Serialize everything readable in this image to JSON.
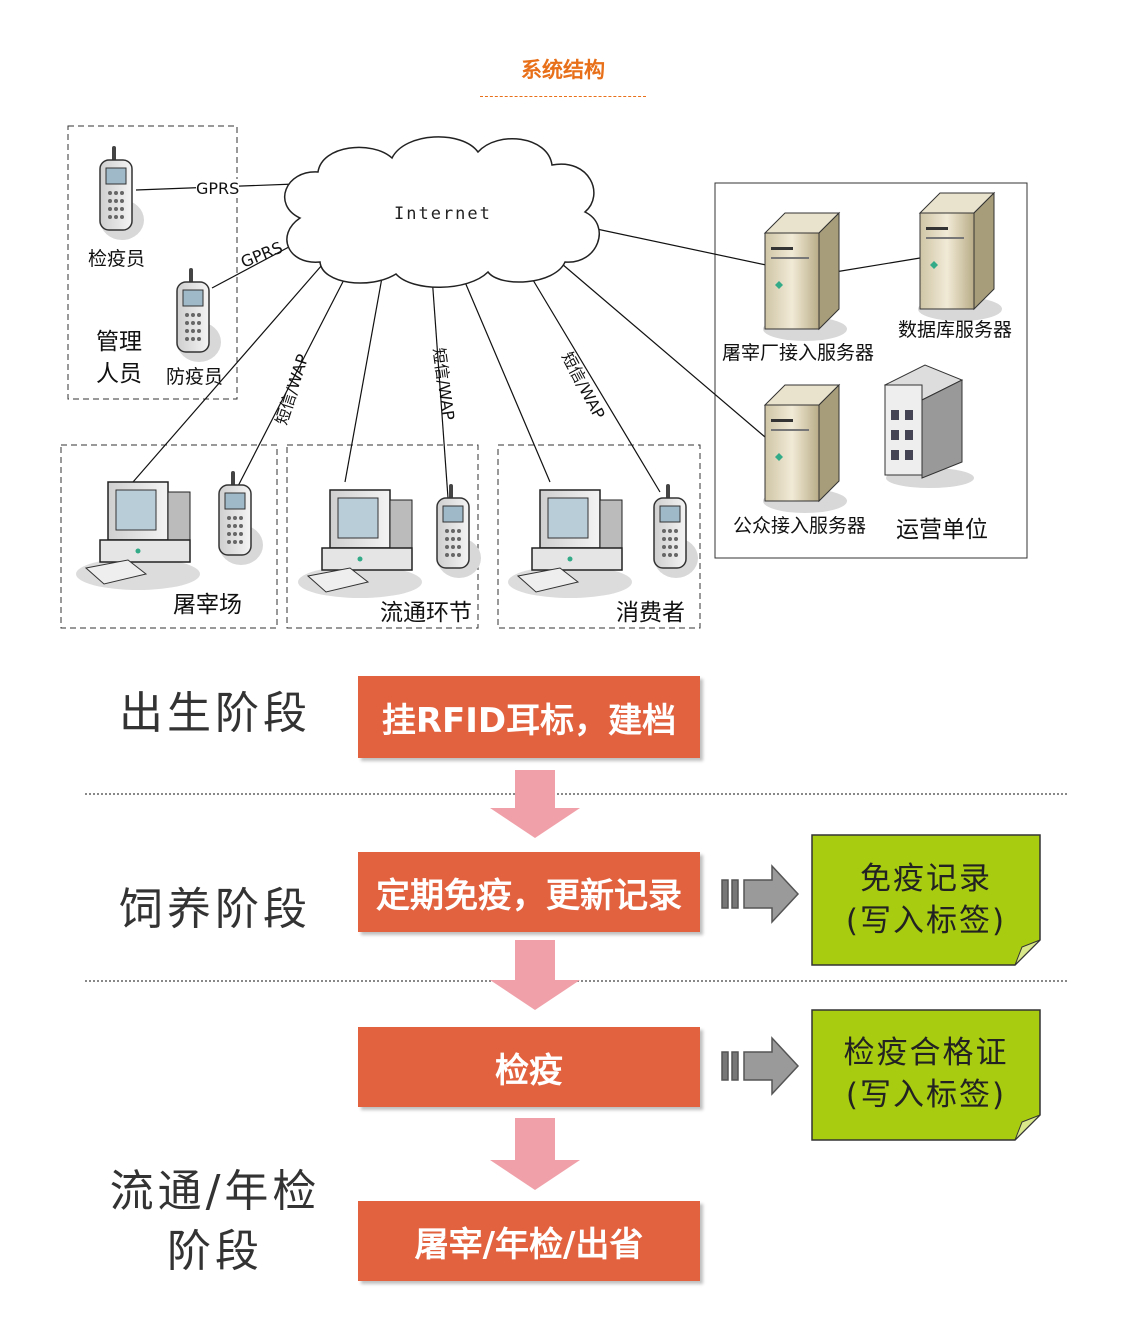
{
  "title": "系统结构",
  "network": {
    "cloud": "Internet",
    "management": {
      "group_label": "管理\n人员",
      "inspector": "检疫员",
      "preventer": "防疫员"
    },
    "links": {
      "gprs_1": "GPRS",
      "gprs_2": "GPRS",
      "sms_1": "短信/WAP",
      "sms_2": "短信/WAP",
      "sms_3": "短信/WAP"
    },
    "endpoints": {
      "slaughterhouse": "屠宰场",
      "circulation": "流通环节",
      "consumer": "消费者"
    },
    "servers": {
      "slaughter_access": "屠宰厂接入服务器",
      "database": "数据库服务器",
      "public_access": "公众接入服务器",
      "operator": "运营单位"
    }
  },
  "flow": {
    "stages": [
      {
        "stage_label": "出生阶段",
        "action": "挂RFID耳标，建档"
      },
      {
        "stage_label": "饲养阶段",
        "action": "定期免疫，更新记录",
        "note": "免疫记录\n(写入标签)"
      },
      {
        "stage_label": "",
        "action": "检疫",
        "note": "检疫合格证\n(写入标签)"
      },
      {
        "stage_label": "流通/年检\n阶段",
        "action": "屠宰/年检/出省"
      }
    ]
  },
  "colors": {
    "title": "#e8701a",
    "action_box": "#e2623f",
    "flow_arrow": "#f0a0a8",
    "note": "#a8cc10"
  }
}
